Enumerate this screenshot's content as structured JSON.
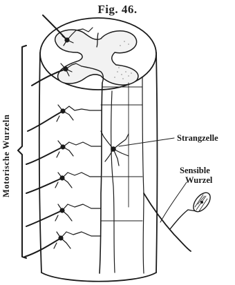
{
  "figure": {
    "title": "Fig. 46.",
    "labels": {
      "motor_roots": "Motorische Wurzeln",
      "strand_cell": "Strangzelle",
      "sensory_root_line1": "Sensible",
      "sensory_root_line2": "Wurzel"
    }
  }
}
